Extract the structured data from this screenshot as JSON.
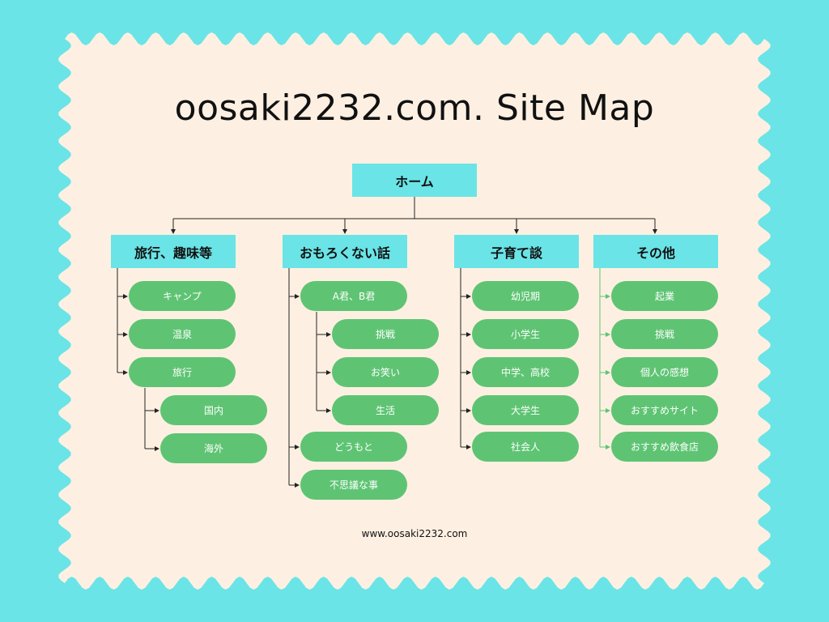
{
  "title": "oosaki2232.com. Site Map",
  "root": "ホーム",
  "categories": [
    {
      "label": "旅行、趣味等",
      "items": [
        {
          "label": "キャンプ"
        },
        {
          "label": "温泉"
        },
        {
          "label": "旅行",
          "children": [
            "国内",
            "海外"
          ]
        }
      ]
    },
    {
      "label": "おもろくない話",
      "items": [
        {
          "label": "A君、B君",
          "children": [
            "挑戦",
            "お笑い",
            "生活"
          ]
        },
        {
          "label": "どうもと"
        },
        {
          "label": "不思議な事"
        }
      ]
    },
    {
      "label": "子育て談",
      "items": [
        {
          "label": "幼児期"
        },
        {
          "label": "小学生"
        },
        {
          "label": "中学、高校"
        },
        {
          "label": "大学生"
        },
        {
          "label": "社会人"
        }
      ]
    },
    {
      "label": "その他",
      "items": [
        {
          "label": "起業"
        },
        {
          "label": "挑戦"
        },
        {
          "label": "個人の感想"
        },
        {
          "label": "おすすめサイト"
        },
        {
          "label": "おすすめ飲食店"
        }
      ]
    }
  ],
  "footer": "www.oosaki2232.com",
  "colors": {
    "background": "#6ae4e6",
    "card": "#fdf0e2",
    "header_box": "#6ae4e6",
    "pill": "#5ec473",
    "line": "#222222",
    "line_last_column": "#5ec473"
  }
}
